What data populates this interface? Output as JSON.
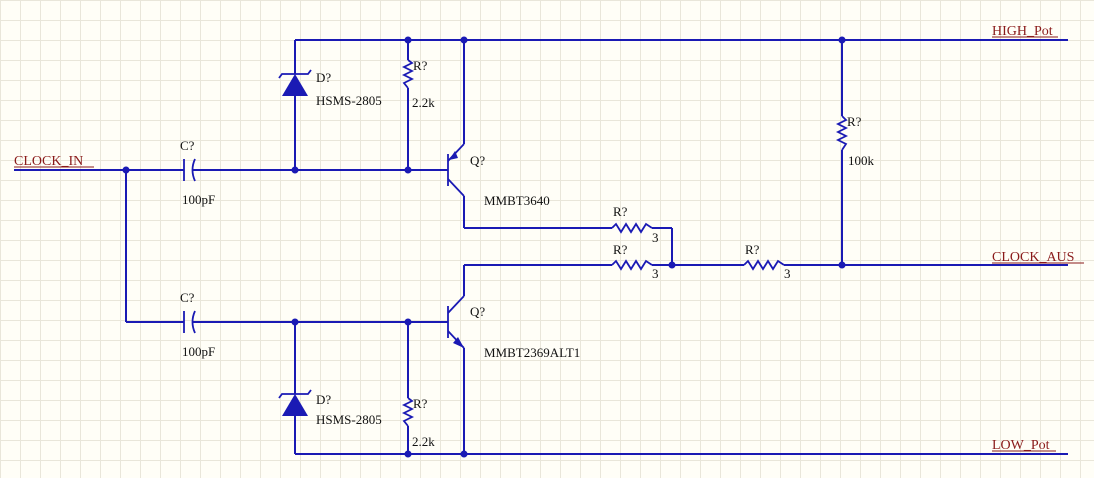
{
  "nets": {
    "high": "HIGH_Pot",
    "low": "LOW_Pot",
    "clock_in": "CLOCK_IN",
    "clock_aus": "CLOCK_AUS"
  },
  "components": {
    "c_top": {
      "designator": "C?",
      "value": "100pF"
    },
    "c_bot": {
      "designator": "C?",
      "value": "100pF"
    },
    "d_top": {
      "designator": "D?",
      "part": "HSMS-2805"
    },
    "d_bot": {
      "designator": "D?",
      "part": "HSMS-2805"
    },
    "r_bias_top": {
      "designator": "R?",
      "value": "2.2k"
    },
    "r_bias_bot": {
      "designator": "R?",
      "value": "2.2k"
    },
    "q_top": {
      "designator": "Q?",
      "part": "MMBT3640"
    },
    "q_bot": {
      "designator": "Q?",
      "part": "MMBT2369ALT1"
    },
    "r_emit_top": {
      "designator": "R?",
      "value": "3"
    },
    "r_emit_bot": {
      "designator": "R?",
      "value": "3"
    },
    "r_out": {
      "designator": "R?",
      "value": "3"
    },
    "r_pull": {
      "designator": "R?",
      "value": "100k"
    }
  },
  "colors": {
    "wire": "#1a1ab4",
    "net_label": "#8a1a1a",
    "text": "#111111",
    "background": "#fffef7"
  }
}
